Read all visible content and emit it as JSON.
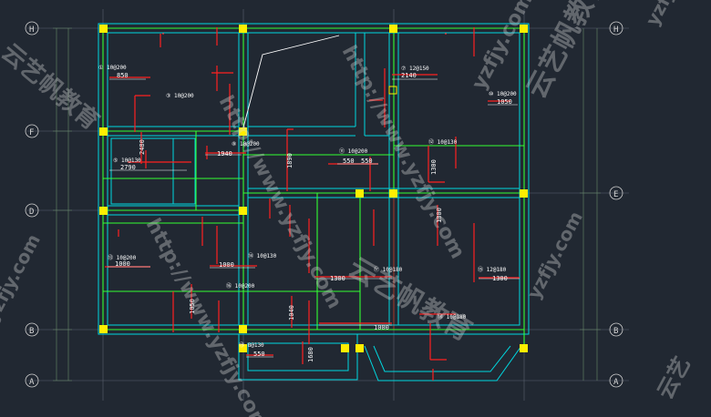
{
  "colors": {
    "background": "#212832",
    "wall_cyan": "#00d8e0",
    "beam_green": "#33ff33",
    "column_yellow": "#ffee00",
    "rebar_red": "#ff2020",
    "dim_white": "#ffffff",
    "axis_gray": "#8a8a8a"
  },
  "axes": {
    "left": [
      "H",
      "F",
      "D",
      "B",
      "A"
    ],
    "right": [
      "H",
      "E",
      "B",
      "A"
    ]
  },
  "dimensions": {
    "d850": "850",
    "d2140": "2140",
    "d1050": "1050",
    "d2480": "2480",
    "d1940": "1940",
    "d2790": "2790",
    "d550a": "550",
    "d550b": "550",
    "d1890": "1890",
    "d1300a": "1300",
    "d1000a": "1000",
    "d1000b": "1000",
    "d1300b": "1300",
    "d1300c": "1300",
    "d1300d": "1300",
    "d1000c": "1000",
    "d1050b": "1050",
    "d1040": "1040",
    "d550c": "550",
    "d1680": "1680"
  },
  "labels": {
    "l1": "① 10@200",
    "l2": "③ 10@200",
    "l3": "⑦ 12@150",
    "l4": "⑩ 10@200",
    "l5": "⑧ 10@200",
    "l6": "⑤ 10@130",
    "l7": "⑪ 10@200",
    "l8": "⑫ 10@130",
    "l9": "⑬ 10@200",
    "l10": "⑭ 10@130",
    "l11": "⑮ 12@180",
    "l12": "⑯ 10@200",
    "l13": "⑱ 10@180",
    "l14": "⑲ 8@130",
    "l15": "⑰ 10@180"
  },
  "watermarks": {
    "url": "http://www.yzfjy.com",
    "brand": "云艺帆教育",
    "url_short": "yzfjy.com",
    "corner": "yzfjy",
    "corner_brand": "云艺"
  }
}
